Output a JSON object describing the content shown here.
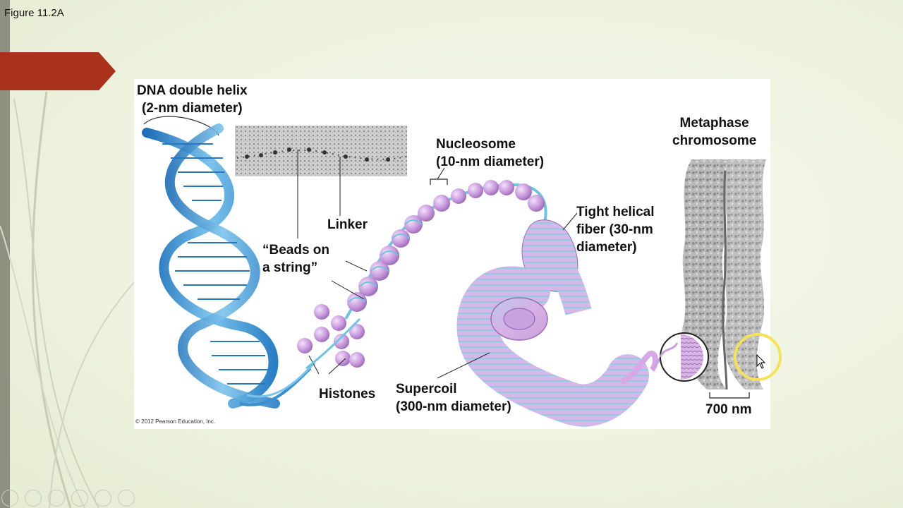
{
  "slide": {
    "figure_label": "Figure 11.2A",
    "accent_color": "#a8321b"
  },
  "diagram": {
    "labels": {
      "dna": "DNA double helix\n(2-nm diameter)",
      "beads": "“Beads on\na string”",
      "linker": "Linker",
      "histones": "Histones",
      "nucleosome": "Nucleosome\n(10-nm diameter)",
      "tight_fiber": "Tight helical\nfiber (30-nm\ndiameter)",
      "supercoil": "Supercoil\n(300-nm diameter)",
      "metaphase": "Metaphase\nchromosome",
      "scale": "700 nm"
    },
    "copyright": "© 2012 Pearson Education, Inc.",
    "colors": {
      "helix_blue": "#3b8fcf",
      "nucleosome_purple": "#c9a0dd",
      "chromosome_gray": "#9a9a9a"
    }
  },
  "controls": {
    "icons": [
      "prev-icon",
      "play-icon",
      "pen-icon",
      "slides-icon",
      "zoom-icon",
      "more-icon"
    ]
  }
}
